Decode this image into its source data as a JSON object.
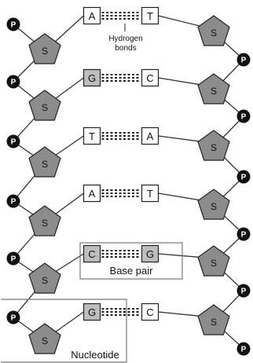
{
  "labels": {
    "hydrogen_bonds_line1": "Hydrogen",
    "hydrogen_bonds_line2": "bonds",
    "base_pair": "Base pair",
    "nucleotide": "Nucleotide"
  },
  "symbols": {
    "phosphate": "P",
    "sugar": "S"
  },
  "base_pairs": [
    {
      "left": "A",
      "right": "T",
      "left_shade": "white",
      "right_shade": "white"
    },
    {
      "left": "G",
      "right": "C",
      "left_shade": "gray",
      "right_shade": "white"
    },
    {
      "left": "T",
      "right": "A",
      "left_shade": "white",
      "right_shade": "white"
    },
    {
      "left": "A",
      "right": "T",
      "left_shade": "white",
      "right_shade": "white"
    },
    {
      "left": "C",
      "right": "G",
      "left_shade": "gray",
      "right_shade": "gray"
    },
    {
      "left": "G",
      "right": "C",
      "left_shade": "gray",
      "right_shade": "white"
    }
  ],
  "colors": {
    "sugar_fill": "#8c8c8c",
    "phosphate_fill": "#111111",
    "gray_base_fill": "#bdbdbd",
    "white_base_fill": "#ffffff"
  }
}
